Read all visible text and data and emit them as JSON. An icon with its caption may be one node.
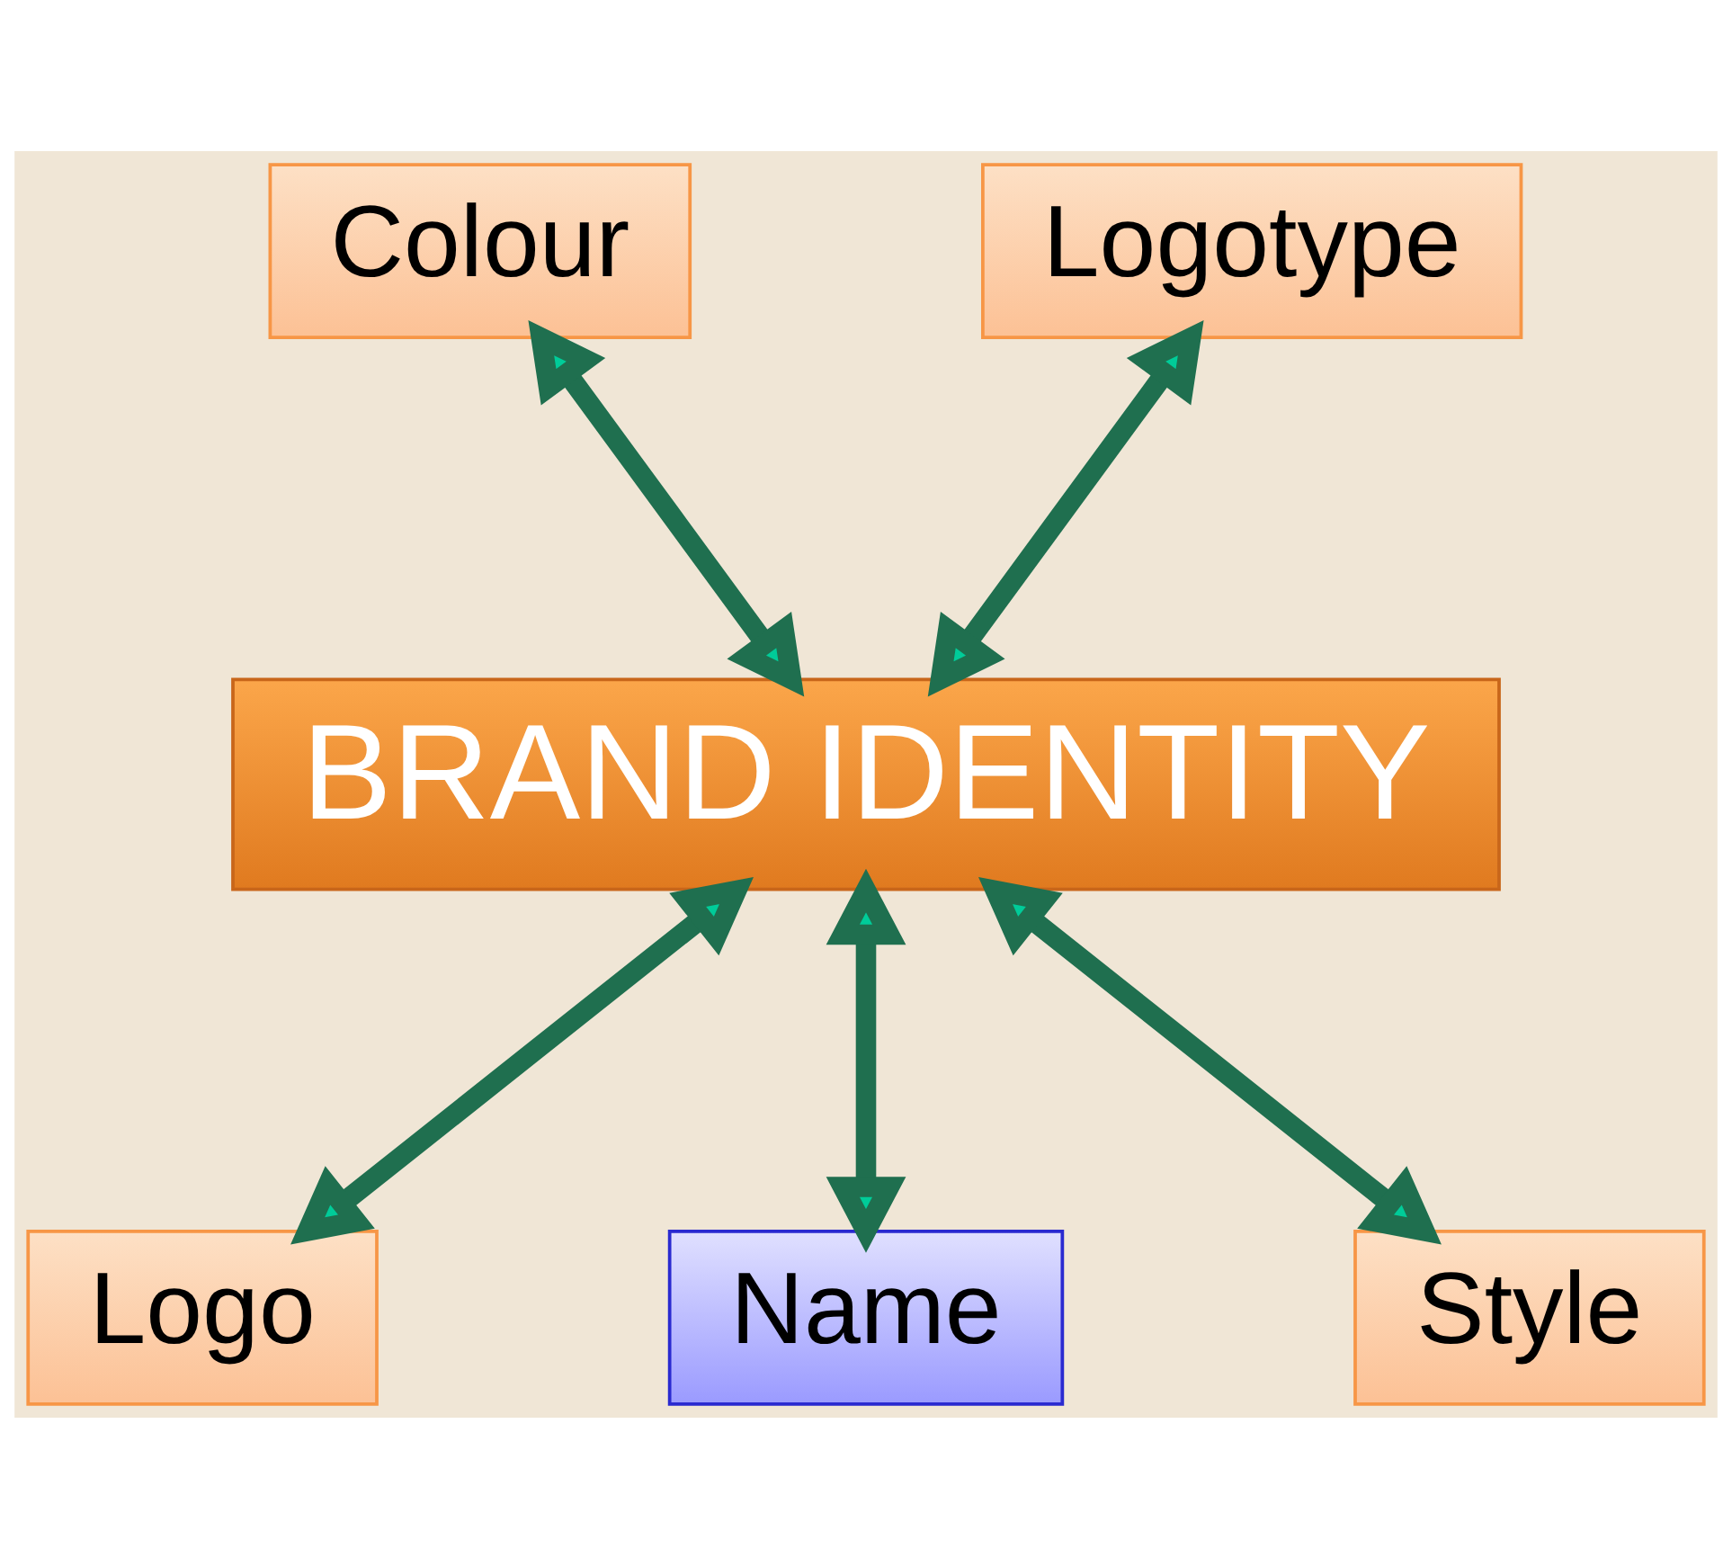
{
  "diagram": {
    "nodes": [
      {
        "text": [
          "Colour"
        ]
      },
      {
        "text": [
          "Logotype"
        ]
      },
      {
        "text": [
          "BRAND IDENTITY"
        ]
      },
      {
        "text": [
          "Logo"
        ]
      },
      {
        "text": [
          "Name"
        ]
      },
      {
        "text": [
          "Style"
        ]
      }
    ],
    "edges": [
      {
        "from": 0,
        "to": 2,
        "arrow": "both"
      },
      {
        "from": 1,
        "to": 2,
        "arrow": "both"
      },
      {
        "from": 2,
        "to": 3,
        "arrow": "both"
      },
      {
        "from": 2,
        "to": 4,
        "arrow": "both"
      },
      {
        "from": 2,
        "to": 5,
        "arrow": "both"
      }
    ]
  }
}
